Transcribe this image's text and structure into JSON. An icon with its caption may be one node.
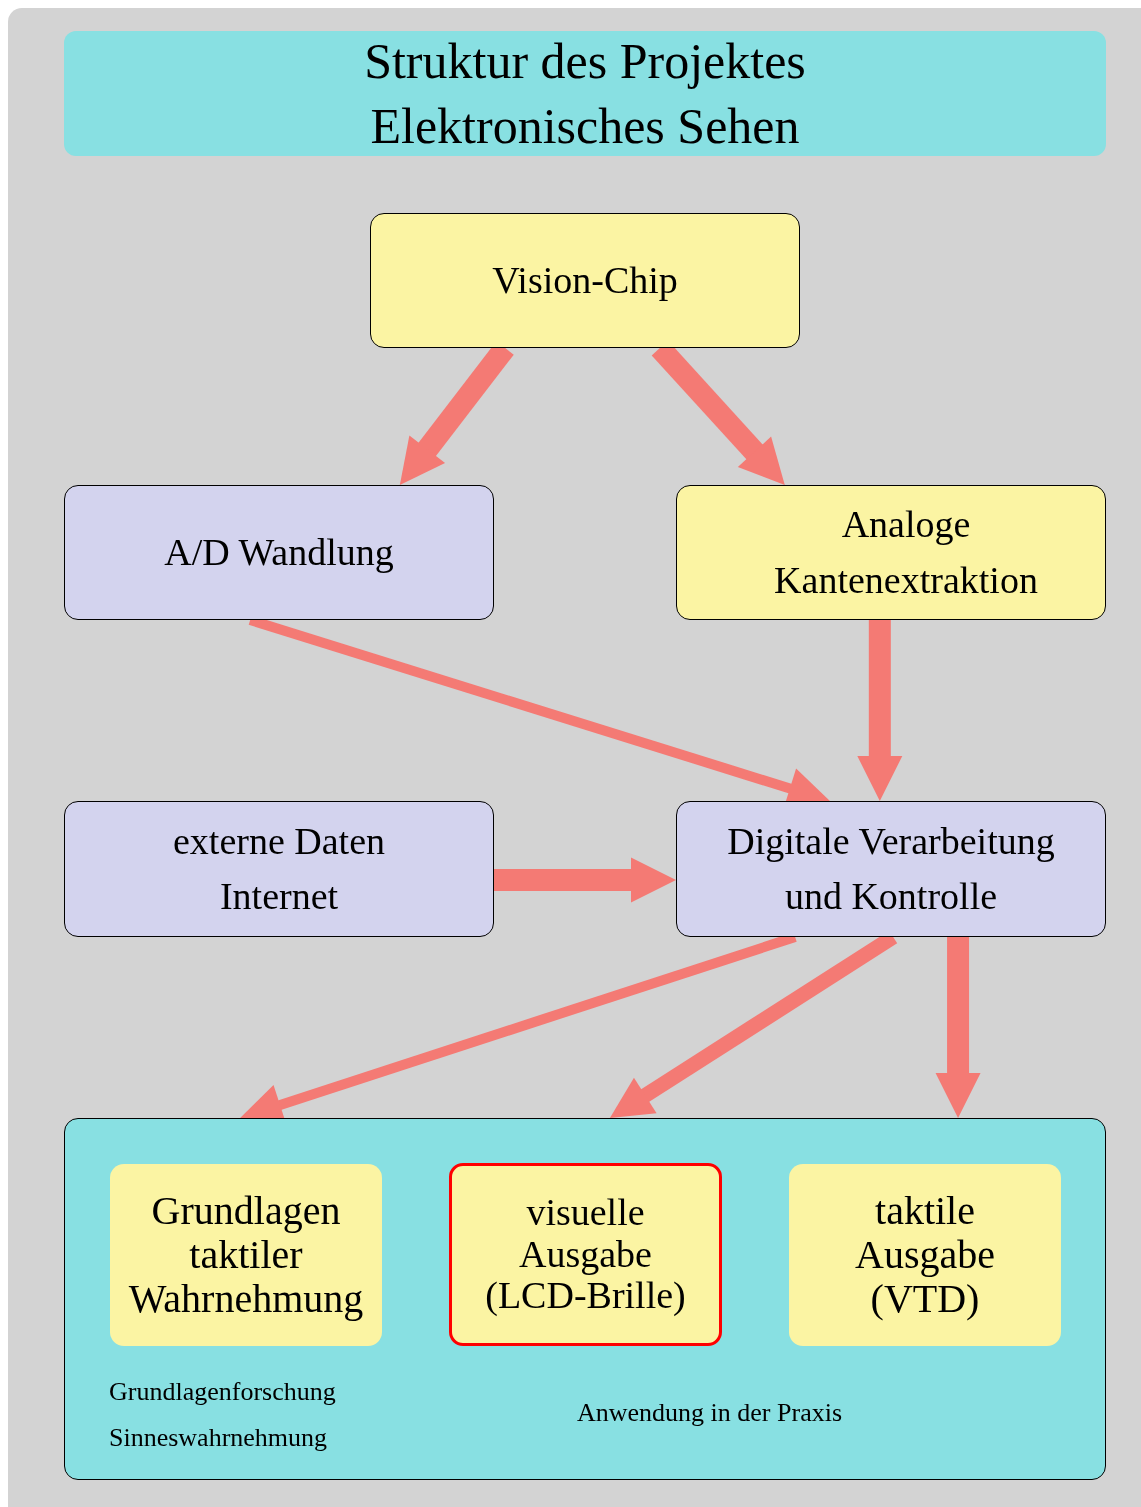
{
  "diagram": {
    "title": "Struktur des Projektes Elektronisches Sehen",
    "nodes": [
      {
        "text": [
          "Vision-Chip"
        ]
      },
      {
        "text": [
          "A/D Wandlung"
        ]
      },
      {
        "text": [
          "Analoge Kantenextraktion"
        ]
      },
      {
        "text": [
          "externe Daten Internet"
        ]
      },
      {
        "text": [
          "Digitale Verarbeitung und Kontrolle"
        ]
      },
      {
        "text": [
          "Grundlagenforschung Sinneswahrnehmung",
          "Anwendung in der Praxis"
        ]
      },
      {
        "text": [
          "Grundlagen taktiler Wahrnehmung"
        ],
        "in": 5
      },
      {
        "text": [
          "visuelle Ausgabe (LCD-Brille)"
        ],
        "in": 5
      },
      {
        "text": [
          "taktile Ausgabe (VTD)"
        ],
        "in": 5
      }
    ],
    "edges": [
      {
        "from": 0,
        "to": 1,
        "arrow": "to"
      },
      {
        "from": 0,
        "to": 2,
        "arrow": "to"
      },
      {
        "from": 1,
        "to": 4,
        "arrow": "to"
      },
      {
        "from": 2,
        "to": 4,
        "arrow": "to"
      },
      {
        "from": 3,
        "to": 4,
        "arrow": "to"
      },
      {
        "from": 4,
        "to": 6,
        "arrow": "to"
      },
      {
        "from": 4,
        "to": 7,
        "arrow": "to"
      },
      {
        "from": 4,
        "to": 5,
        "arrow": "to"
      }
    ]
  }
}
